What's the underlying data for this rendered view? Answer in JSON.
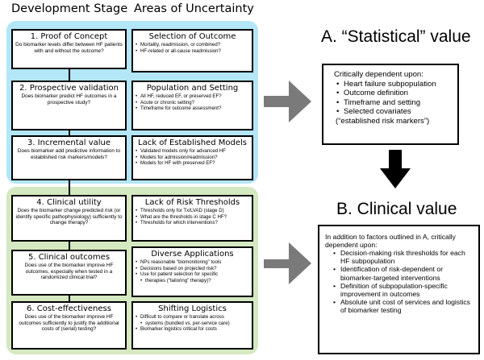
{
  "headers": {
    "development_stage": "Development Stage",
    "areas_of_uncertainty": "Areas of Uncertainty"
  },
  "stages": [
    {
      "title": "1. Proof of Concept",
      "desc": "Do biomarker levels differ between HF patients with and without the outcome?"
    },
    {
      "title": "2. Prospective validation",
      "desc": "Does biomarker predict HF outcomes in a prospective study?"
    },
    {
      "title": "3. Incremental value",
      "desc": "Does biomarker add predictive information to established risk markers/models?"
    },
    {
      "title": "4. Clinical utility",
      "desc": "Does the biomarker change predicted risk (or identify specific pathophysiology) sufficiently to change therapy?"
    },
    {
      "title": "5. Clinical outcomes",
      "desc": "Does use of the biomarker improve HF outcomes, especially when tested in a randomized clinical trial?"
    },
    {
      "title": "6. Cost-effectiveness",
      "desc": "Does use of the biomarker improve HF outcomes sufficiently to justify the additional costs of (serial) testing?"
    }
  ],
  "uncertainties": [
    {
      "title": "Selection of Outcome",
      "bullets": [
        "Mortality, readmission, or combined?",
        "HF-related or all-cause readmission?"
      ]
    },
    {
      "title": "Population and Setting",
      "bullets": [
        "All HF, reduced EF, or preserved EF?",
        "Acute or chronic setting?",
        "Timeframe for outcome assessment?"
      ]
    },
    {
      "title": "Lack of Established Models",
      "bullets": [
        "Validated models only for advanced HF",
        "Models for admission/readmission?",
        "Models for HF with preserved EF?"
      ]
    },
    {
      "title": "Lack of Risk Thresholds",
      "bullets": [
        "Thresholds only for Tx/LVAD (stage D)",
        "What are the thresholds in stage C HF?",
        "Thresholds for which interventions?"
      ]
    },
    {
      "title": "Diverse Applications",
      "bullets": [
        "NPs reasonable “biomonitoring” tools",
        "Decisions based on projected risk?",
        "Use for patient selection for specific",
        "therapies (“tailoring” therapy)?"
      ]
    },
    {
      "title": "Shifting Logistics",
      "bullets": [
        "Difficult to compare or translate across",
        "systems (bundled vs. per-service care)",
        "Biomarker logistics critical for costs"
      ]
    }
  ],
  "sectionA": {
    "heading": "A. “Statistical” value",
    "intro": "Critically dependent upon:",
    "items": [
      "Heart failure subpopulation",
      "Outcome definition",
      "Timeframe and setting",
      "Selected covariates"
    ],
    "note": "(“established risk markers”)"
  },
  "sectionB": {
    "heading": "B. Clinical value",
    "intro": "In addition to factors outlined in A, critically dependent upon:",
    "items": [
      "Decision-making risk thresholds for each HF subpopulation",
      "Identification of risk-dependent or biomarker-targeted interventions",
      "Definition of subpopulation-specific improvement in outcomes",
      "Absolute unit cost of services and logistics of biomarker testing"
    ]
  },
  "colors": {
    "blue_panel": "#b3e6f7",
    "green_panel": "#d4e8c1",
    "arrow_gray": "#7a7a7a",
    "arrow_black": "#000000"
  }
}
